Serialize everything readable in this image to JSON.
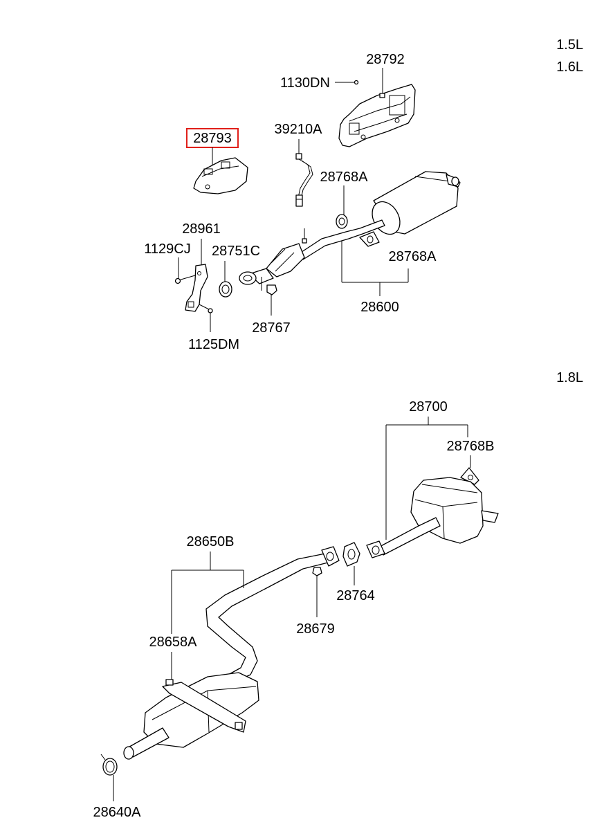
{
  "engine_groups": {
    "small": [
      "1.5L",
      "1.6L"
    ],
    "large": "1.8L"
  },
  "highlighted_part": "28793",
  "parts": {
    "p28792": "28792",
    "p1130DN": "1130DN",
    "p28793": "28793",
    "p39210A": "39210A",
    "p28768A_top": "28768A",
    "p28961": "28961",
    "p1129CJ": "1129CJ",
    "p28751C": "28751C",
    "p28768A_right": "28768A",
    "p28600": "28600",
    "p28767": "28767",
    "p1125DM": "1125DM",
    "p28700": "28700",
    "p28768B": "28768B",
    "p28650B": "28650B",
    "p28764": "28764",
    "p28679": "28679",
    "p28658A": "28658A",
    "p28640A": "28640A"
  },
  "colors": {
    "line": "#000000",
    "highlight": "#e0201a",
    "fill": "#ffffff",
    "shade": "#e6e6e6"
  }
}
